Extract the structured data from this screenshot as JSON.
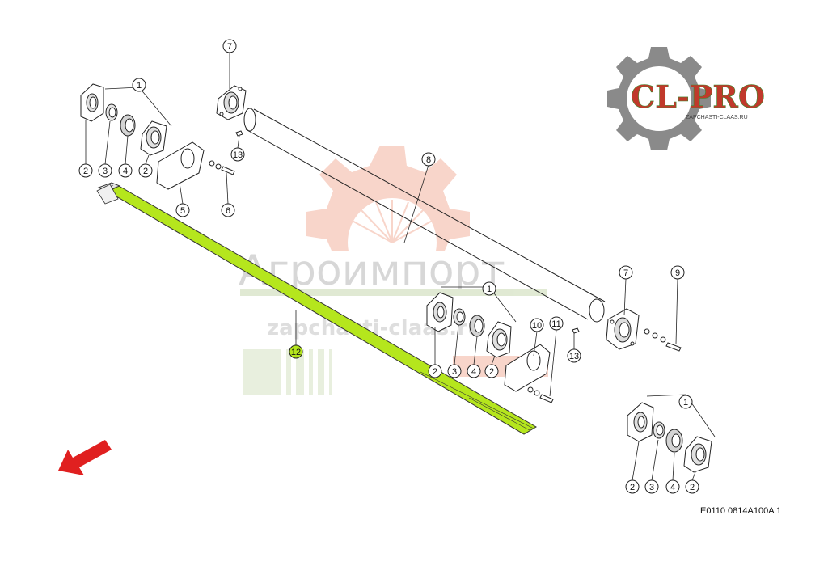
{
  "diagram_code": "E0110 0814A100A 1",
  "logo": {
    "main": "CL-PRO",
    "sub": "ZAPCHASTI-CLAAS.RU"
  },
  "watermark": {
    "brand": "Агроимпорт",
    "site": "zapchasti-claas.ru"
  },
  "colors": {
    "highlight": "#b5e61d",
    "arrow": "#e02020",
    "watermark": "#f0a090",
    "logo_green": "#3d8a2e",
    "logo_red": "#c0392b"
  },
  "callouts": {
    "c_1a": "1",
    "c_1b": "1",
    "c_1c": "1",
    "c_2a": "2",
    "c_2b": "2",
    "c_2c": "2",
    "c_2d": "2",
    "c_2e": "2",
    "c_2f": "2",
    "c_3a": "3",
    "c_3b": "3",
    "c_3c": "3",
    "c_4a": "4",
    "c_4b": "4",
    "c_4c": "4",
    "c_5": "5",
    "c_6": "6",
    "c_7a": "7",
    "c_7b": "7",
    "c_8": "8",
    "c_9": "9",
    "c_10": "10",
    "c_11": "11",
    "c_12": "12",
    "c_13a": "13",
    "c_13b": "13"
  }
}
